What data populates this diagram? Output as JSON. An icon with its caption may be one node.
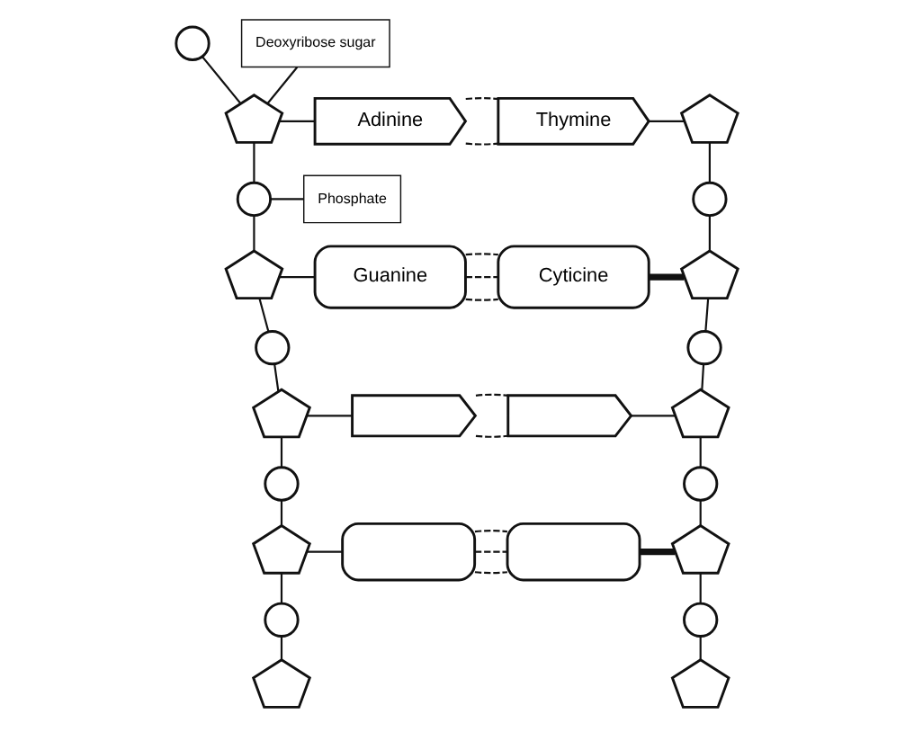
{
  "diagram": {
    "nodes": [
      {
        "text": [],
        "shape": "circle"
      },
      {
        "text": [
          "Deoxyribose sugar"
        ]
      },
      {
        "text": [],
        "shape": "pentagon"
      },
      {
        "text": [
          "Adinine"
        ]
      },
      {
        "text": [
          "Thymine"
        ]
      },
      {
        "text": [],
        "shape": "pentagon"
      },
      {
        "text": [],
        "shape": "circle"
      },
      {
        "text": [
          "Phosphate"
        ]
      },
      {
        "text": [],
        "shape": "circle"
      },
      {
        "text": [],
        "shape": "pentagon"
      },
      {
        "text": [
          "Guanine"
        ]
      },
      {
        "text": [
          "Cyticine"
        ]
      },
      {
        "text": [],
        "shape": "pentagon"
      },
      {
        "text": [],
        "shape": "circle"
      },
      {
        "text": [],
        "shape": "circle"
      },
      {
        "text": [],
        "shape": "pentagon"
      },
      {
        "text": [],
        "shape": "chevron"
      },
      {
        "text": [],
        "shape": "chevron"
      },
      {
        "text": [],
        "shape": "pentagon"
      },
      {
        "text": [],
        "shape": "circle"
      },
      {
        "text": [],
        "shape": "circle"
      },
      {
        "text": [],
        "shape": "pentagon"
      },
      {
        "text": [],
        "shape": "box"
      },
      {
        "text": [],
        "shape": "box"
      },
      {
        "text": [],
        "shape": "pentagon"
      },
      {
        "text": [],
        "shape": "circle"
      },
      {
        "text": [],
        "shape": "circle"
      },
      {
        "text": [],
        "shape": "pentagon"
      },
      {
        "text": [],
        "shape": "pentagon"
      }
    ],
    "edges": [
      {
        "from": 0,
        "to": 2,
        "arrow": "none"
      },
      {
        "from": 1,
        "to": 2,
        "arrow": "none"
      },
      {
        "from": 2,
        "to": 3,
        "arrow": "none"
      },
      {
        "from": 3,
        "to": 4,
        "arrow": "none",
        "style": "dashed"
      },
      {
        "from": 3,
        "to": 4,
        "arrow": "none",
        "style": "dashed"
      },
      {
        "from": 4,
        "to": 5,
        "arrow": "none"
      },
      {
        "from": 2,
        "to": 6,
        "arrow": "none"
      },
      {
        "from": 7,
        "to": 6,
        "arrow": "none"
      },
      {
        "from": 5,
        "to": 8,
        "arrow": "none"
      },
      {
        "from": 6,
        "to": 9,
        "arrow": "none"
      },
      {
        "from": 8,
        "to": 12,
        "arrow": "none"
      },
      {
        "from": 9,
        "to": 10,
        "arrow": "none"
      },
      {
        "from": 10,
        "to": 11,
        "arrow": "none",
        "style": "dashed"
      },
      {
        "from": 10,
        "to": 11,
        "arrow": "none",
        "style": "dashed"
      },
      {
        "from": 10,
        "to": 11,
        "arrow": "none",
        "style": "dashed"
      },
      {
        "from": 11,
        "to": 12,
        "arrow": "none",
        "style": "thick"
      },
      {
        "from": 9,
        "to": 13,
        "arrow": "none"
      },
      {
        "from": 12,
        "to": 14,
        "arrow": "none"
      },
      {
        "from": 13,
        "to": 15,
        "arrow": "none"
      },
      {
        "from": 14,
        "to": 18,
        "arrow": "none"
      },
      {
        "from": 15,
        "to": 16,
        "arrow": "none"
      },
      {
        "from": 16,
        "to": 17,
        "arrow": "none",
        "style": "dashed"
      },
      {
        "from": 16,
        "to": 17,
        "arrow": "none",
        "style": "dashed"
      },
      {
        "from": 17,
        "to": 18,
        "arrow": "none"
      },
      {
        "from": 15,
        "to": 19,
        "arrow": "none"
      },
      {
        "from": 18,
        "to": 20,
        "arrow": "none"
      },
      {
        "from": 19,
        "to": 21,
        "arrow": "none"
      },
      {
        "from": 20,
        "to": 24,
        "arrow": "none"
      },
      {
        "from": 21,
        "to": 22,
        "arrow": "none"
      },
      {
        "from": 22,
        "to": 23,
        "arrow": "none",
        "style": "dashed"
      },
      {
        "from": 22,
        "to": 23,
        "arrow": "none",
        "style": "dashed"
      },
      {
        "from": 22,
        "to": 23,
        "arrow": "none",
        "style": "dashed"
      },
      {
        "from": 23,
        "to": 24,
        "arrow": "none",
        "style": "thick"
      },
      {
        "from": 21,
        "to": 25,
        "arrow": "none"
      },
      {
        "from": 24,
        "to": 26,
        "arrow": "none"
      },
      {
        "from": 25,
        "to": 27,
        "arrow": "none"
      },
      {
        "from": 26,
        "to": 28,
        "arrow": "none"
      }
    ]
  }
}
